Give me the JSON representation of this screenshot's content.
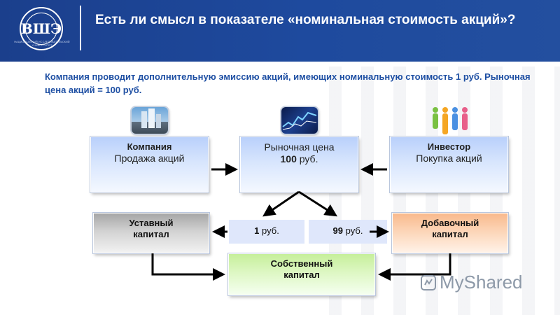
{
  "header": {
    "title": "Есть ли смысл в показателе «номинальная стоимость акций»?",
    "logo_letters": "ВШЭ",
    "logo_caption": "Национальный исследовательский университет"
  },
  "intro": {
    "text": "Компания проводит дополнительную эмиссию акций, имеющих номинальную стоимость 1 руб. Рыночная цена акций = 100 руб."
  },
  "diagram": {
    "company": {
      "title": "Компания",
      "subtitle": "Продажа акций",
      "icon": "skyscraper-photo"
    },
    "market": {
      "title": "Рыночная цена",
      "value": "100",
      "unit": "руб.",
      "icon": "stock-chart-photo"
    },
    "investor": {
      "title": "Инвестор",
      "subtitle": "Покупка акций",
      "icon": "people-group-icon"
    },
    "share_capital": {
      "line1": "Уставный",
      "line2": "капитал"
    },
    "split_left": {
      "value": "1",
      "unit": "руб."
    },
    "split_right": {
      "value": "99",
      "unit": "руб."
    },
    "additional_capital": {
      "line1": "Добавочный",
      "line2": "капитал"
    },
    "equity": {
      "line1": "Собственный",
      "line2": "капитал"
    }
  },
  "watermark": {
    "text": "MyShared"
  },
  "colors": {
    "header_bg": "#1e4a9e",
    "intro_text": "#1e4fa3",
    "box_blue": "#b9d0fb",
    "box_gray": "#a6a6a6",
    "box_orange": "#f9b98c",
    "box_green": "#c6ef9a",
    "arrow": "#000000"
  }
}
